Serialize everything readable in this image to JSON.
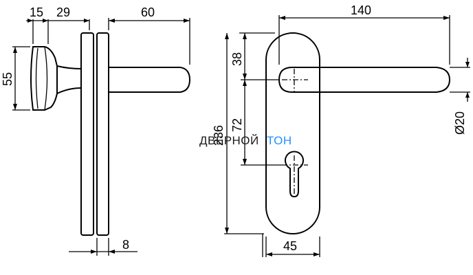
{
  "dimensions": {
    "side_view": {
      "rose_thickness_1": "15",
      "rose_thickness_2": "29",
      "projection": "60",
      "knob_height": "55",
      "plate_thickness": "8"
    },
    "front_view": {
      "lever_length": "140",
      "spindle_from_top": "38",
      "spindle_to_cylinder": "72",
      "plate_height": "236",
      "lever_diameter": "Ø20",
      "plate_width": "45"
    }
  },
  "watermark": {
    "part1": "ДВЕРНОЙ",
    "part2": "ТОН",
    "color1": "#1a1a1a",
    "color2": "#1e90ff"
  }
}
